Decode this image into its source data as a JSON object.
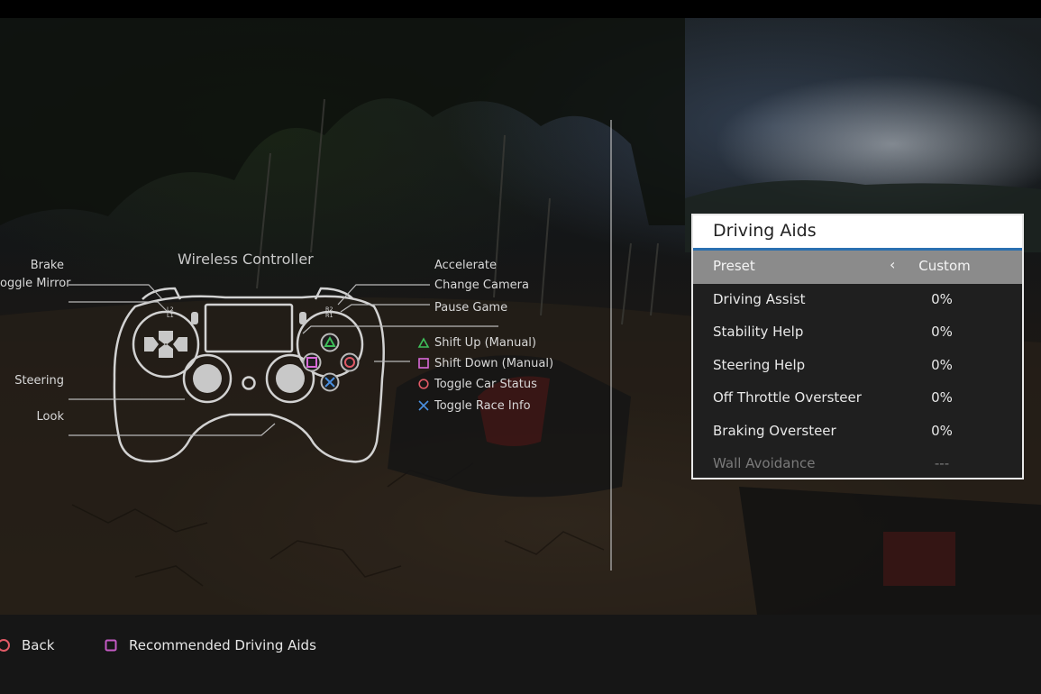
{
  "controller": {
    "title": "Wireless Controller",
    "left_labels": [
      "Brake",
      "oggle Mirror",
      "Steering",
      "Look"
    ],
    "right_labels": [
      "Accelerate",
      "Change Camera",
      "Pause Game"
    ],
    "face_labels": [
      {
        "label": "Shift Up (Manual)",
        "icon": "triangle-icon",
        "color": "#3fbf5a"
      },
      {
        "label": "Shift Down (Manual)",
        "icon": "square-icon",
        "color": "#d86ad8"
      },
      {
        "label": "Toggle Car Status",
        "icon": "circle-icon",
        "color": "#e05a66"
      },
      {
        "label": "Toggle Race Info",
        "icon": "cross-icon",
        "color": "#4a8fe0"
      }
    ],
    "trigger_marks": {
      "l2": "L2",
      "l1": "L1",
      "r2": "R2",
      "r1": "R1"
    }
  },
  "panel": {
    "title": "Driving Aids",
    "accent": "#2a6fb0",
    "rows": [
      {
        "name": "Preset",
        "value": "Custom",
        "state": "selected"
      },
      {
        "name": "Driving Assist",
        "value": "0%",
        "state": "normal"
      },
      {
        "name": "Stability Help",
        "value": "0%",
        "state": "normal"
      },
      {
        "name": "Steering Help",
        "value": "0%",
        "state": "normal"
      },
      {
        "name": "Off Throttle Oversteer",
        "value": "0%",
        "state": "normal"
      },
      {
        "name": "Braking Oversteer",
        "value": "0%",
        "state": "normal"
      },
      {
        "name": "Wall Avoidance",
        "value": "---",
        "state": "disabled"
      }
    ]
  },
  "footer": {
    "back_label": "Back",
    "back_icon": "circle-icon",
    "back_color": "#e05a66",
    "recommended_label": "Recommended Driving Aids",
    "recommended_icon": "square-icon",
    "recommended_color": "#c45ac4"
  }
}
